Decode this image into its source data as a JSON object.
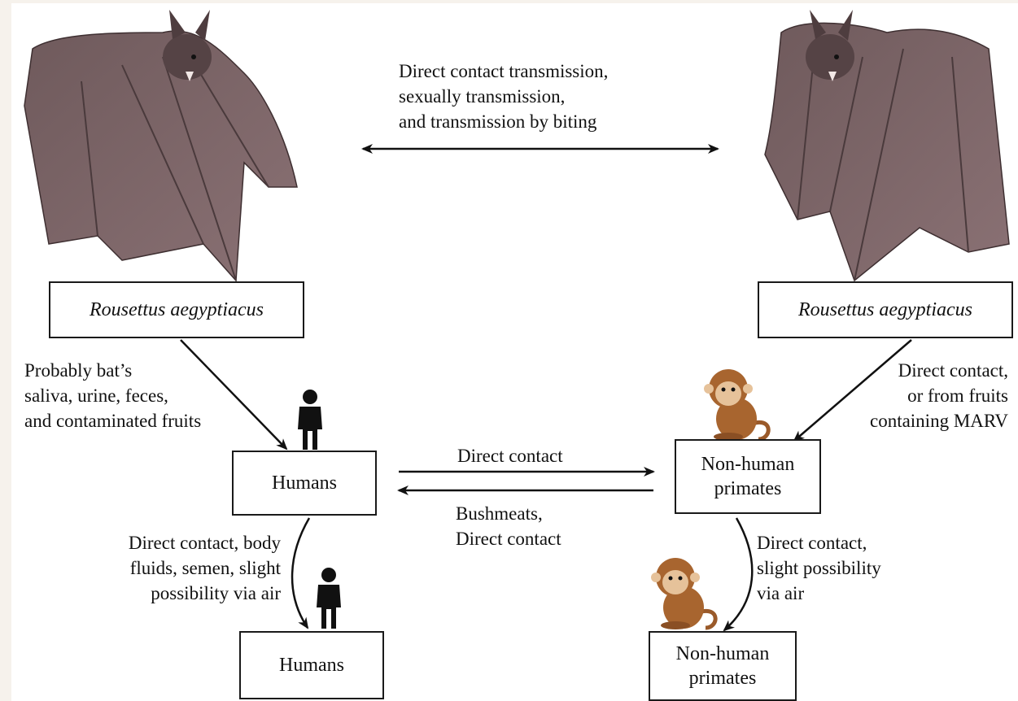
{
  "nodes": {
    "bat_left": "Rousettus aegyptiacus",
    "bat_right": "Rousettus aegyptiacus",
    "humans_top": "Humans",
    "primates_top": [
      "Non-human",
      "primates"
    ],
    "humans_bottom": "Humans",
    "primates_bottom": [
      "Non-human",
      "primates"
    ]
  },
  "edges": {
    "bat_to_bat": [
      "Direct contact transmission,",
      "sexually transmission,",
      "and transmission by biting"
    ],
    "bat_to_humans": [
      "Probably bat’s",
      "saliva, urine, feces,",
      "and contaminated fruits"
    ],
    "bat_to_primates": [
      "Direct contact,",
      "or from fruits",
      "containing MARV"
    ],
    "humans_to_primates": "Direct contact",
    "primates_to_humans": [
      "Bushmeats,",
      "Direct contact"
    ],
    "humans_to_humans": [
      "Direct contact, body",
      "fluids, semen, slight",
      "possibility via air"
    ],
    "primates_to_primates": [
      "Direct contact,",
      "slight possibility",
      "via air"
    ]
  },
  "icons": [
    "bat-icon",
    "human-icon",
    "monkey-icon"
  ]
}
